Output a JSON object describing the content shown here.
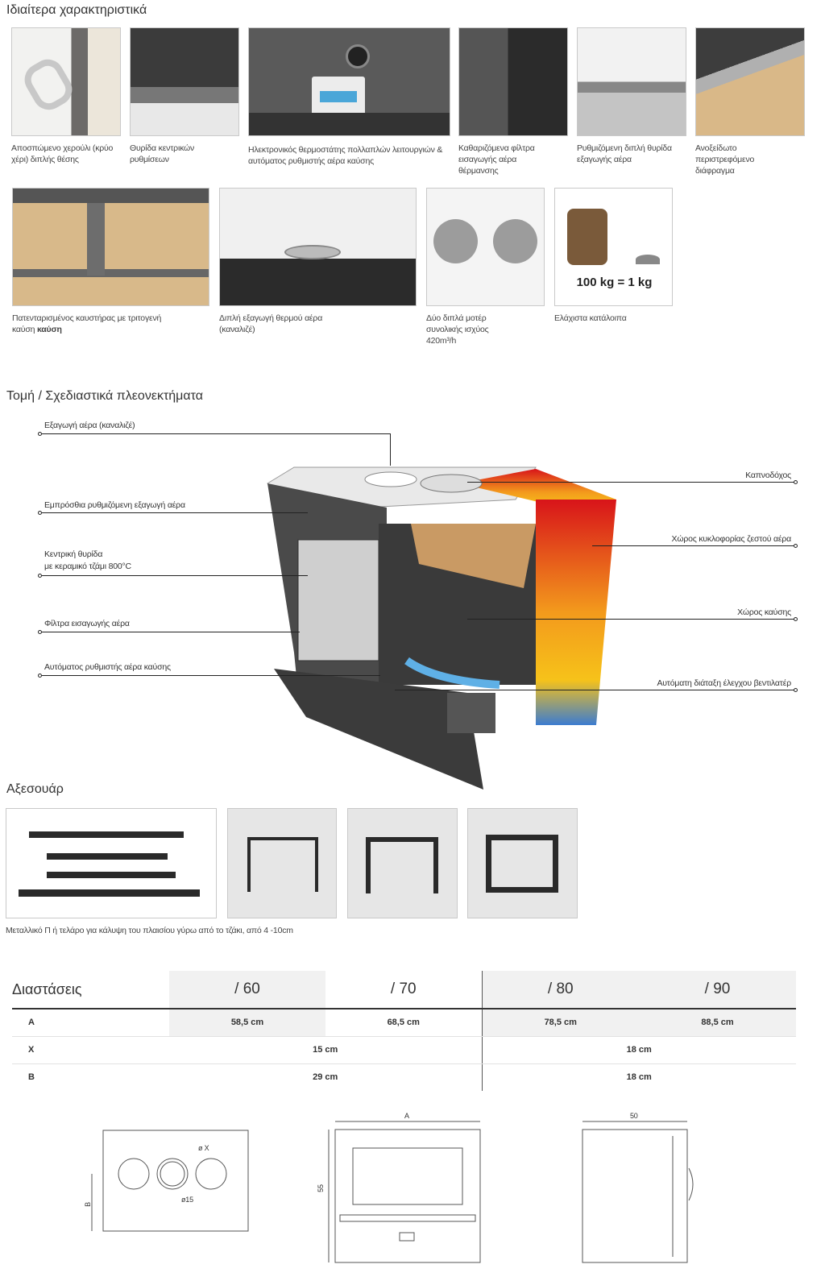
{
  "features": {
    "title": "Ιδιαίτερα χαρακτηριστικά",
    "items": [
      {
        "caption": "Αποσπώμενο χερούλι (κρύο χέρι) διπλής θέσης"
      },
      {
        "caption": "Θυρίδα κεντρικών ρυθμίσεων"
      },
      {
        "caption": "Ηλεκτρονικός θερμοστάτης πολλαπλών λειτουργιών & αυτόματος ρυθμιστής αέρα καύσης"
      },
      {
        "caption": "Καθαριζόμενα φίλτρα εισαγωγής αέρα θέρμανσης"
      },
      {
        "caption": "Ρυθμιζόμενη διπλή θυρίδα εξαγωγής αέρα"
      },
      {
        "caption": "Ανοξείδωτο περιστρεφόμενο διάφραγμα"
      },
      {
        "caption": "Πατενταρισμένος καυστήρας με τριτογενή καύση",
        "caption_bold": "καύση"
      },
      {
        "caption": "Διπλή εξαγωγή θερμού αέρα (καναλιζέ)"
      },
      {
        "caption": "Δύο διπλά μοτέρ συνολικής ισχύος 420m³/h"
      },
      {
        "caption": "Ελάχιστα κατάλοιπα",
        "image_text": "100 kg = 1 kg"
      }
    ]
  },
  "section": {
    "title": "Τομή / Σχεδιαστικά πλεονεκτήματα",
    "left_labels": [
      "Εξαγωγή αέρα (καναλιζέ)",
      "Εμπρόσθια ρυθμιζόμενη εξαγωγή αέρα",
      "Κεντρική θυρίδα",
      "με κεραμικό τζάμι 800°C",
      "Φίλτρα εισαγωγής αέρα",
      "Αυτόματος ρυθμιστής αέρα καύσης"
    ],
    "right_labels": [
      "Καπνοδόχος",
      "Χώρος κυκλοφορίας ζεστού αέρα",
      "Χώρος καύσης",
      "Αυτόματη διάταξη έλεγχου βεντιλατέρ"
    ]
  },
  "accessories": {
    "title": "Αξεσουάρ",
    "caption": "Μεταλλικό Π ή τελάρο για κάλυψη του πλαισίου γύρω από το τζάκι, από 4 -10cm"
  },
  "dimensions": {
    "title": "Διαστάσεις",
    "columns": [
      "/ 60",
      "/ 70",
      "/ 80",
      "/ 90"
    ],
    "rows": [
      {
        "label": "A",
        "values": [
          "58,5 cm",
          "68,5 cm",
          "78,5 cm",
          "88,5 cm"
        ]
      },
      {
        "label": "X",
        "values": [
          "15 cm",
          "18 cm"
        ]
      },
      {
        "label": "B",
        "values": [
          "29 cm",
          "18 cm"
        ]
      }
    ]
  },
  "drawings": {
    "top": [
      "ø X",
      "ø15",
      "B"
    ],
    "front": [
      "A",
      "55"
    ],
    "side": [
      "50"
    ]
  }
}
